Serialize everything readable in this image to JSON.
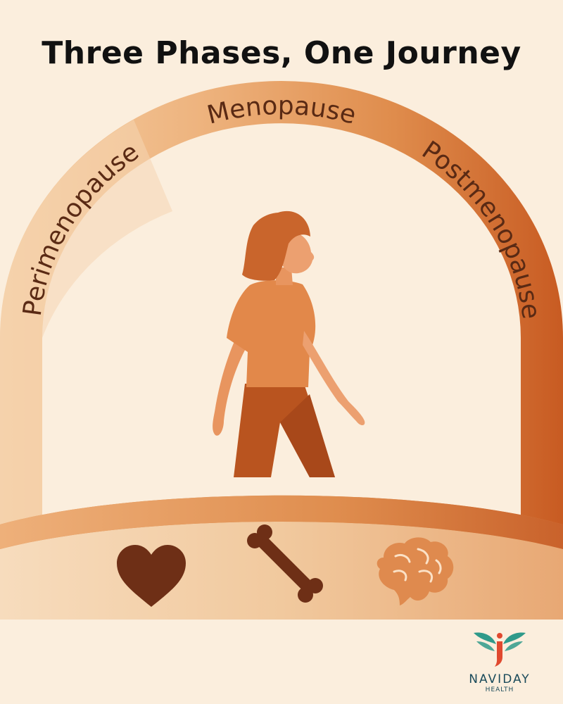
{
  "title": "Three Phases, One Journey",
  "phases": [
    {
      "label": "Perimenopause"
    },
    {
      "label": "Menopause"
    },
    {
      "label": "Postmenopause"
    }
  ],
  "icons": [
    "heart-icon",
    "bone-icon",
    "brain-icon"
  ],
  "logo": {
    "name": "NAVIDAY",
    "subtitle": "HEALTH"
  },
  "colors": {
    "background": "#fbeedd",
    "arch_light": "#f1c191",
    "arch_mid": "#e59f62",
    "arch_dark": "#c8622a",
    "text_dark": "#5a2a14",
    "icon_dark": "#6e2f16",
    "logo_teal": "#2f9a8a",
    "logo_red": "#e0492f"
  }
}
